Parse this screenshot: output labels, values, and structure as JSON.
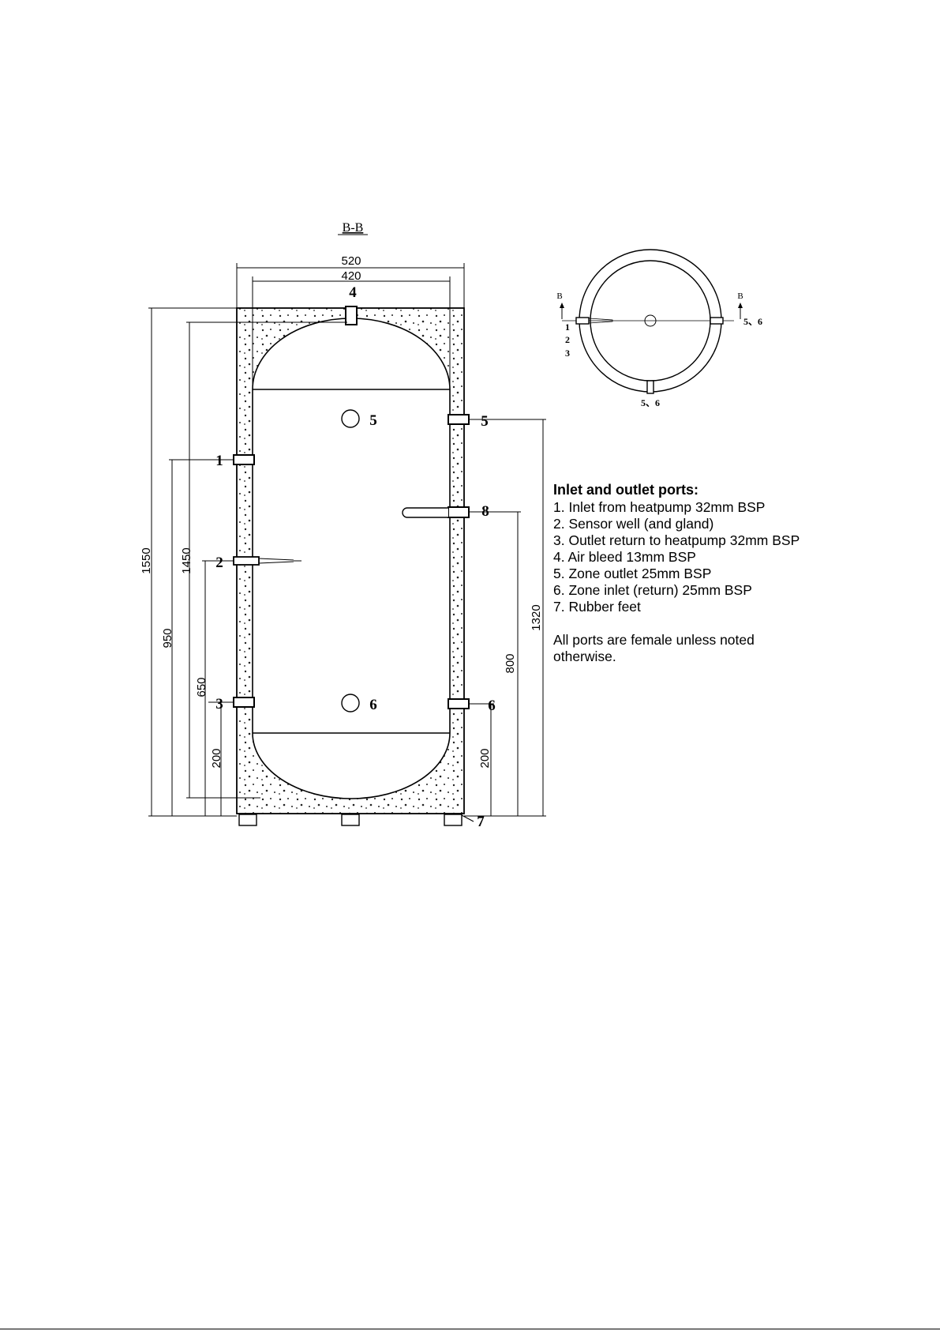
{
  "section": {
    "label": "B-B",
    "ports": {
      "p1": "1",
      "p2": "2",
      "p3": "3",
      "p4": "4",
      "p5": "5",
      "p6": "6",
      "p7": "7",
      "p8": "8"
    },
    "dims": {
      "w_outer": "520",
      "w_inner": "420",
      "h1550": "1550",
      "h1450": "1450",
      "h950": "950",
      "h650": "650",
      "h200_left": "200",
      "h1320": "1320",
      "h800": "800",
      "h200_right": "200"
    }
  },
  "plan": {
    "b_left": "B",
    "b_right": "B",
    "left_labels": [
      "1",
      "2",
      "3"
    ],
    "right_label": "5、6",
    "bottom_label": "5、6"
  },
  "legend": {
    "title": "Inlet and outlet ports:",
    "items": [
      "1. Inlet from heatpump 32mm BSP",
      "2. Sensor well (and gland)",
      "3. Outlet return to heatpump 32mm BSP",
      "4. Air bleed 13mm BSP",
      "5. Zone outlet 25mm BSP",
      "6. Zone inlet (return) 25mm BSP",
      "7. Rubber feet"
    ],
    "note": "All ports are female unless noted otherwise."
  }
}
